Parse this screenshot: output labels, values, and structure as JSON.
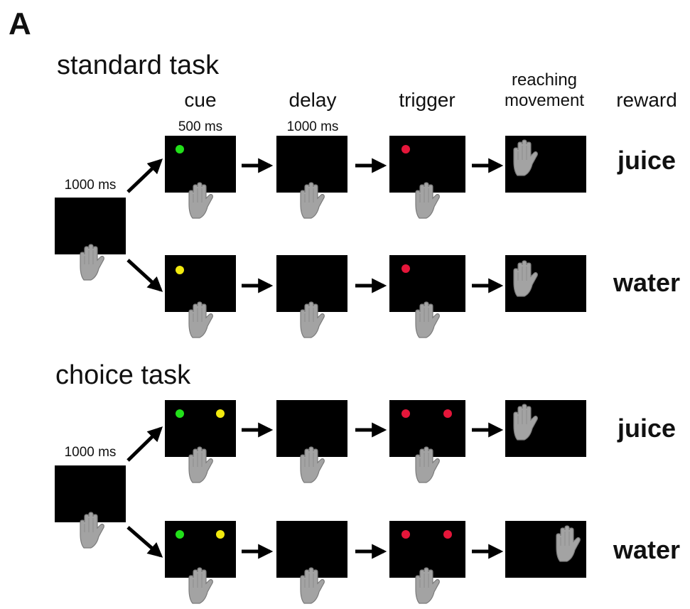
{
  "panel_label": "A",
  "sections": {
    "standard": {
      "title": "standard task"
    },
    "choice": {
      "title": "choice task"
    }
  },
  "stages": {
    "cue": "cue",
    "delay": "delay",
    "trigger": "trigger",
    "reaching_line1": "reaching",
    "reaching_line2": "movement",
    "reward": "reward"
  },
  "durations": {
    "cue": "500 ms",
    "delay": "1000 ms",
    "precue_standard": "1000 ms",
    "precue_choice": "1000 ms"
  },
  "rewards": {
    "row1": "juice",
    "row2": "water",
    "row3": "juice",
    "row4": "water"
  },
  "colors": {
    "screen": "#000000",
    "hand": "#a3a3a3",
    "cue_green": "#22e01a",
    "cue_yellow": "#f2ea0f",
    "trigger_red": "#e5163a",
    "juice": "#f0673c",
    "water": "#22a7e0"
  },
  "icons": {
    "hand": "hand-icon",
    "arrow": "arrow-right-icon"
  }
}
